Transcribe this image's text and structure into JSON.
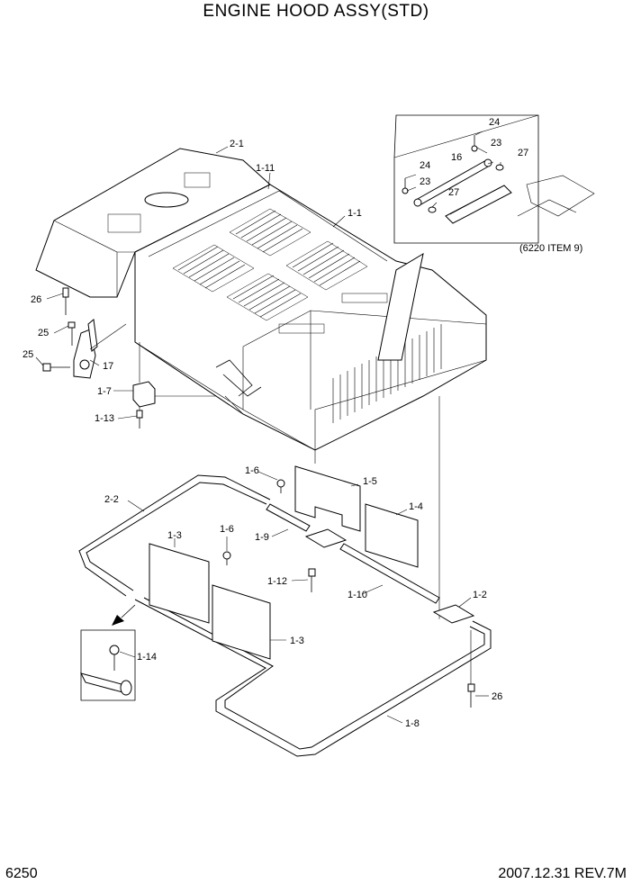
{
  "title": "ENGINE HOOD ASSY(STD)",
  "footer": {
    "page_number": "6250",
    "date_revision": "2007.12.31  REV.7M"
  },
  "callouts": [
    {
      "id": "2-1",
      "text": "2-1"
    },
    {
      "id": "1-11",
      "text": "1-11"
    },
    {
      "id": "1-1",
      "text": "1-1"
    },
    {
      "id": "24a",
      "text": "24"
    },
    {
      "id": "23a",
      "text": "23"
    },
    {
      "id": "16",
      "text": "16"
    },
    {
      "id": "27a",
      "text": "27"
    },
    {
      "id": "24b",
      "text": "24"
    },
    {
      "id": "23b",
      "text": "23"
    },
    {
      "id": "27b",
      "text": "27"
    },
    {
      "id": "6220",
      "text": "(6220 ITEM 9)"
    },
    {
      "id": "26a",
      "text": "26"
    },
    {
      "id": "25a",
      "text": "25"
    },
    {
      "id": "25b",
      "text": "25"
    },
    {
      "id": "17",
      "text": "17"
    },
    {
      "id": "1-7",
      "text": "1-7"
    },
    {
      "id": "1-13",
      "text": "1-13"
    },
    {
      "id": "1-6a",
      "text": "1-6"
    },
    {
      "id": "1-5",
      "text": "1-5"
    },
    {
      "id": "2-2",
      "text": "2-2"
    },
    {
      "id": "1-4",
      "text": "1-4"
    },
    {
      "id": "1-9",
      "text": "1-9"
    },
    {
      "id": "1-3a",
      "text": "1-3"
    },
    {
      "id": "1-6b",
      "text": "1-6"
    },
    {
      "id": "1-12",
      "text": "1-12"
    },
    {
      "id": "1-10",
      "text": "1-10"
    },
    {
      "id": "1-2",
      "text": "1-2"
    },
    {
      "id": "1-3b",
      "text": "1-3"
    },
    {
      "id": "1-14",
      "text": "1-14"
    },
    {
      "id": "26b",
      "text": "26"
    },
    {
      "id": "1-8",
      "text": "1-8"
    }
  ]
}
